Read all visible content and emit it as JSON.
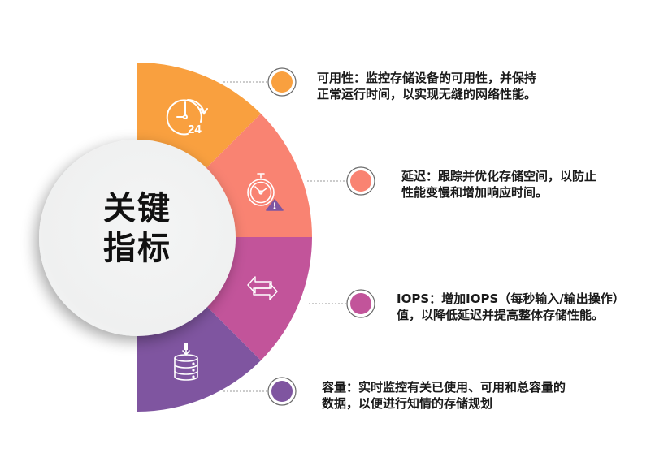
{
  "center": {
    "title_line1": "关键",
    "title_line2": "指标"
  },
  "segments": [
    {
      "id": "availability",
      "color": "#F9A03F",
      "icon": "clock-24-icon",
      "line1": "可用性：监控存储设备的可用性，并保持",
      "line2": "正常运行时间，以实现无缝的网络性能。"
    },
    {
      "id": "latency",
      "color": "#F98372",
      "icon": "stopwatch-warning-icon",
      "line1": "延迟：跟踪并优化存储空间，以防止",
      "line2": "性能变慢和增加响应时间。"
    },
    {
      "id": "iops",
      "color": "#C2549A",
      "icon": "exchange-arrows-icon",
      "line1": "IOPS：增加IOPS（每秒输入/输出操作）",
      "line2": "值，以降低延迟并提高整体存储性能。"
    },
    {
      "id": "capacity",
      "color": "#7F55A0",
      "icon": "database-download-icon",
      "line1": "容量：实时监控有关已使用、可用和总容量的",
      "line2": "数据，以便进行知情的存储规划"
    }
  ],
  "colors": {
    "warning_badge": "#7F55A0",
    "connector": "#9a9a9a",
    "center_circle": "#f2f3f3"
  }
}
